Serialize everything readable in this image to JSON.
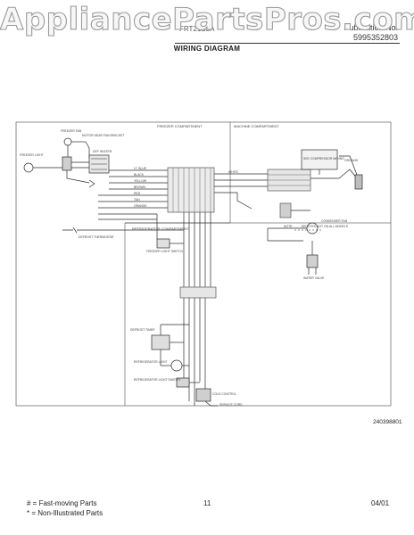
{
  "watermark": "AppliancePartsPros.com",
  "header": {
    "model": "FRT21S3A",
    "publication_label": "Publication No.",
    "publication_no": "5995352803",
    "title": "WIRING DIAGRAM"
  },
  "compartments": {
    "freezer": "FREEZER COMPARTMENT",
    "machine": "MACHINE COMPARTMENT",
    "refrigerator": "REFRIGERATOR COMPARTMENT"
  },
  "components": {
    "freezer_fan": "FREEZER FAN",
    "motor_bracket": "MOTOR NEAR FAN BRACKET",
    "freezer_light": "FREEZER LIGHT",
    "defrost_heater": "DEF HEATER",
    "defrost_thermostat": "DEFROST THERMOSTAT",
    "freezer_light_switch": "FREEZER LIGHT SWITCH",
    "compressor": "SEE COMPRESSOR WIRING",
    "condenser_fan": "CONDENSER FAN",
    "ground": "GROUND",
    "water_valve": "WATER VALVE",
    "defrost_timer": "DEFROST TIMER",
    "refrigerator_light": "REFRIGERATOR LIGHT",
    "refrigerator_light_switch": "REFRIGERATOR LIGHT SWITCH",
    "cold_control": "COLD CONTROL",
    "service_cord": "SERVICE CORD"
  },
  "wire_colors": [
    "LT. BLUE",
    "BLACK",
    "YELLOW",
    "BROWN",
    "RED",
    "TAN",
    "ORANGE",
    "WHITE"
  ],
  "note": "NOTE: - - - - DENOTES NOT ON ALL MODELS",
  "drawing_number": "240398801",
  "footer": {
    "fast_moving": "# = Fast-moving Parts",
    "non_illustrated": "* = Non-Illustrated Parts",
    "page": "11",
    "date": "04/01"
  }
}
